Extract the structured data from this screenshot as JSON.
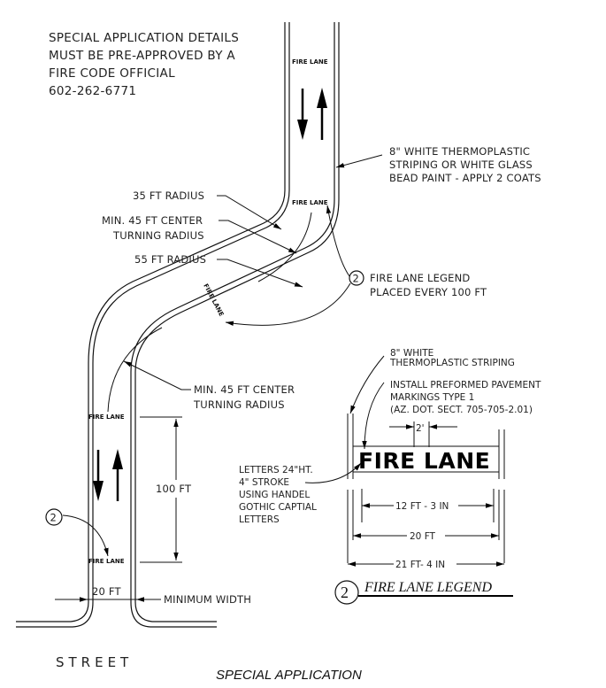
{
  "notes": {
    "approval": [
      "SPECIAL APPLICATION DETAILS",
      "MUST BE PRE-APPROVED BY A",
      "FIRE CODE OFFICIAL",
      "602-262-6771"
    ],
    "striping": [
      "8\" WHITE THERMOPLASTIC",
      "STRIPING OR WHITE GLASS",
      "BEAD PAINT - APPLY  2 COATS"
    ],
    "radius_35": "35 FT RADIUS",
    "center_radius_top": [
      "MIN. 45 FT CENTER",
      "TURNING RADIUS"
    ],
    "radius_55": "55 FT RADIUS",
    "legend_callout": [
      "FIRE LANE LEGEND",
      "PLACED EVERY 100 FT"
    ],
    "center_radius_bottom": [
      "MIN. 45 FT CENTER",
      "TURNING RADIUS"
    ],
    "spacing": "100 FT",
    "min_width_dim": "20 FT",
    "min_width_label": "MINIMUM WIDTH",
    "street": "STREET",
    "letters": [
      "LETTERS 24\"HT.",
      "4\" STROKE",
      "USING HANDEL",
      "GOTHIC CAPTIAL",
      "LETTERS"
    ]
  },
  "road_markings": {
    "legend_text": "FIRE LANE",
    "callout_number": "2"
  },
  "legend_detail": {
    "striping_note": [
      "8\" WHITE",
      "THERMOPLASTIC STRIPING"
    ],
    "preformed_note": [
      "INSTALL PREFORMED PAVEMENT",
      "MARKINGS TYPE 1",
      "(AZ. DOT. SECT. 705-705-2.01)"
    ],
    "letter_gap": "2'",
    "legend_text": "FIRE LANE",
    "dim_text_width": "12 FT - 3 IN",
    "dim_inner_width": "20 FT",
    "dim_outer_width": "21 FT- 4 IN",
    "title_number": "2",
    "title": "FIRE LANE LEGEND"
  },
  "caption": "SPECIAL APPLICATION"
}
